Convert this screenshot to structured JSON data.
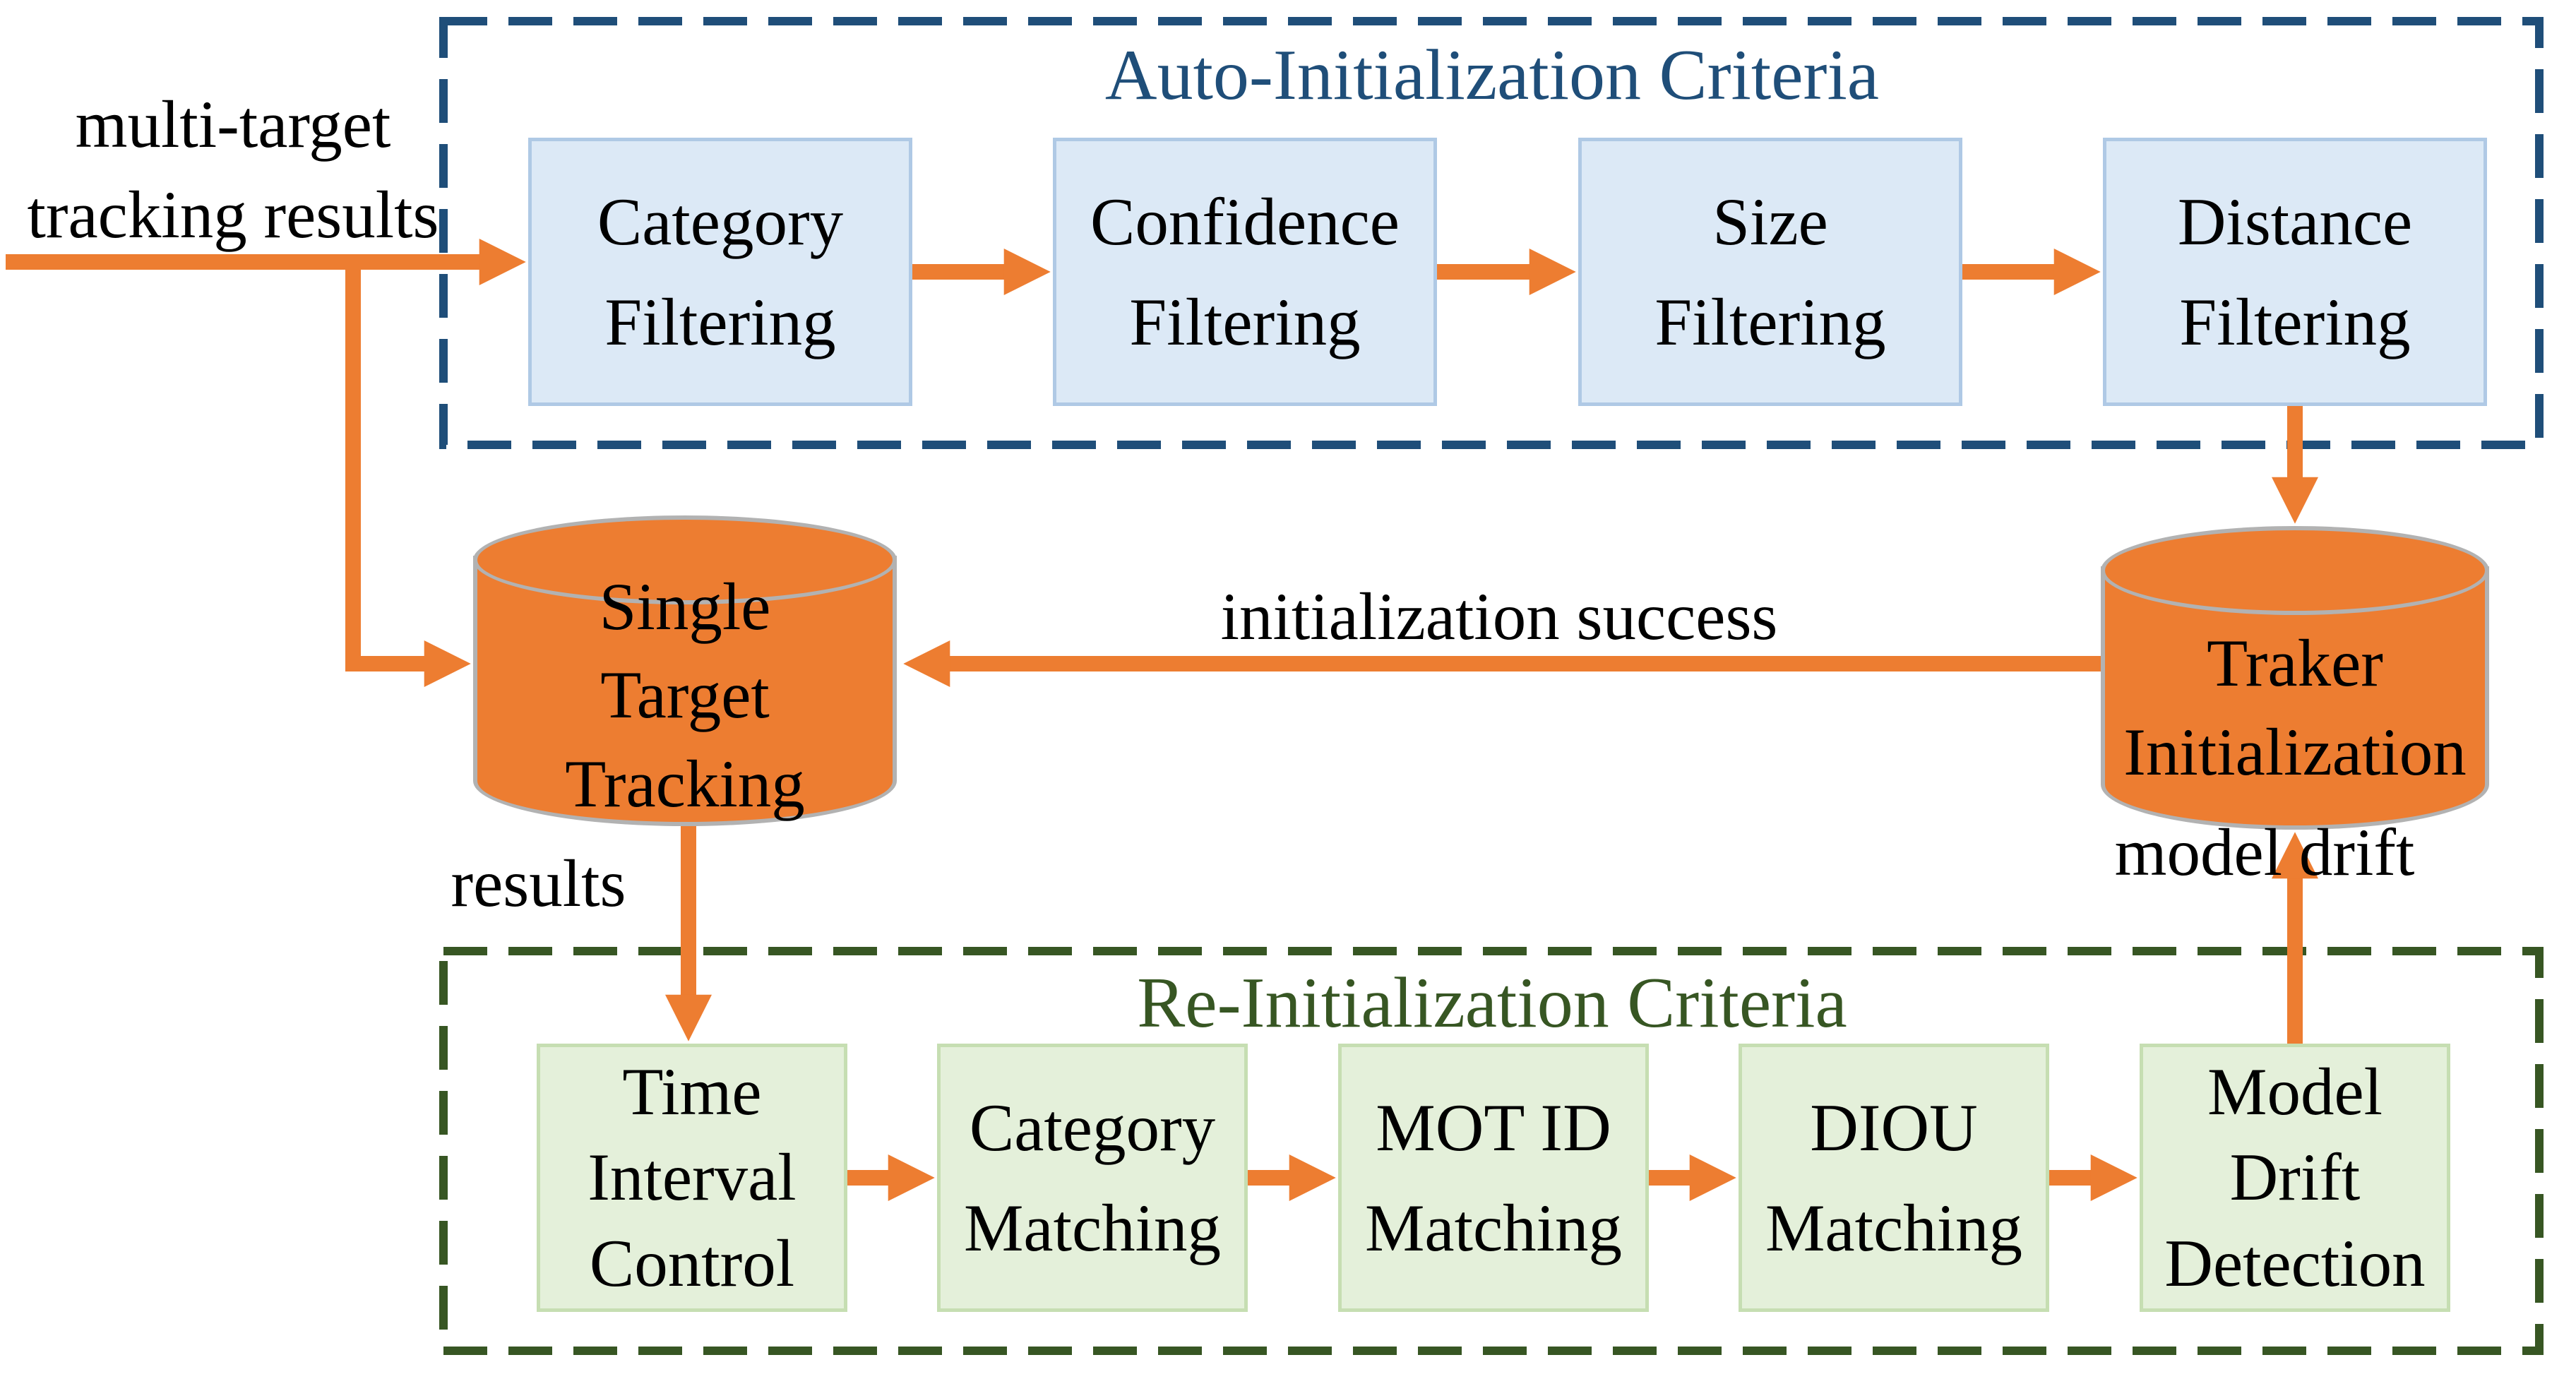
{
  "diagram_title": "Single target tracker auto-initialization and re-initialization flow",
  "colors": {
    "accent_orange": "#ED7D31",
    "blue_box_fill": "#DCE9F6",
    "blue_box_border": "#AFC9E5",
    "blue_dashed_and_title": "#1F4E79",
    "green_box_fill": "#E4F0DA",
    "green_box_border": "#C6DEB2",
    "green_dashed_and_title": "#375623",
    "cylinder_fill": "#ED7D31",
    "cylinder_border": "#B2B2B2",
    "text": "#000000"
  },
  "input_label": {
    "line1": "multi-target",
    "line2": "tracking results"
  },
  "auto_init": {
    "title": "Auto-Initialization Criteria",
    "steps": [
      {
        "line1": "Category",
        "line2": "Filtering"
      },
      {
        "line1": "Confidence",
        "line2": "Filtering"
      },
      {
        "line1": "Size",
        "line2": "Filtering"
      },
      {
        "line1": "Distance",
        "line2": "Filtering"
      }
    ]
  },
  "cylinders": {
    "single_target_tracking": {
      "line1": "Single",
      "line2": "Target",
      "line3": "Tracking"
    },
    "tracker_initialization": {
      "line1": "Traker",
      "line2": "Initialization"
    }
  },
  "flow_labels": {
    "initialization_success": "initialization success",
    "results": "results",
    "model_drift": "model drift"
  },
  "re_init": {
    "title": "Re-Initialization Criteria",
    "steps": [
      {
        "line1": "Time",
        "line2": "Interval",
        "line3": "Control"
      },
      {
        "line1": "Category",
        "line2": "Matching"
      },
      {
        "line1": "MOT ID",
        "line2": "Matching"
      },
      {
        "line1": "DIOU",
        "line2": "Matching"
      },
      {
        "line1": "Model",
        "line2": "Drift",
        "line3": "Detection"
      }
    ]
  }
}
